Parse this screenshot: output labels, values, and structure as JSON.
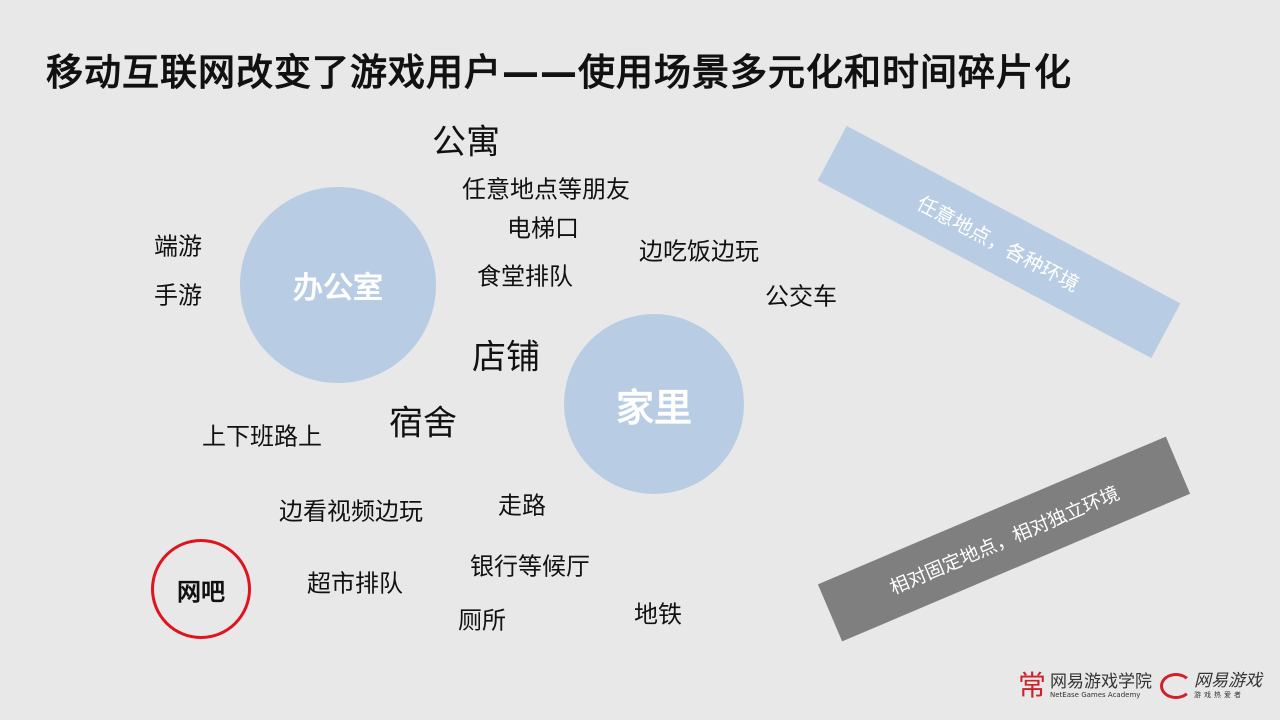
{
  "title": "移动互联网改变了游戏用户——使用场景多元化和时间碎片化",
  "circles": {
    "office": "办公室",
    "home": "家里",
    "netcafe": "网吧"
  },
  "words": [
    "公寓",
    "任意地点等朋友",
    "电梯口",
    "边吃饭边玩",
    "食堂排队",
    "公交车",
    "端游",
    "手游",
    "店铺",
    "宿舍",
    "上下班路上",
    "边看视频边玩",
    "走路",
    "银行等候厅",
    "超市排队",
    "厕所",
    "地铁"
  ],
  "bands": {
    "anywhere": "任意地点，各种环境",
    "fixed": "相对固定地点，相对独立环境"
  },
  "logos": {
    "academy": "网易游戏学院",
    "academy_en": "NetEase Games Academy",
    "games": "网易游戏",
    "games_sub": "游戏热爱者"
  },
  "colors": {
    "circle": "#b8cde4",
    "band_blue": "#b8cde4",
    "band_gray": "#7f7f7f",
    "netcafe_ring": "#e0141e"
  }
}
